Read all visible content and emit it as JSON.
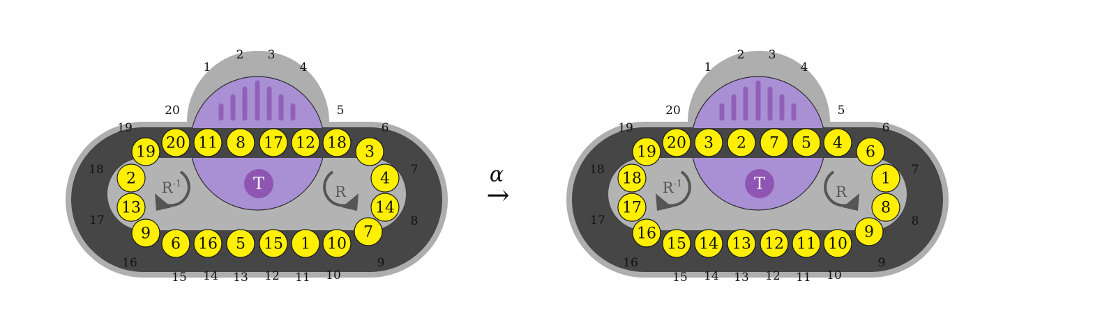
{
  "colors": {
    "outer_shell": "#aeaeae",
    "track": "#464646",
    "inner_plate": "#b3b3b3",
    "turntable": "#a98fd4",
    "turntable_stripes": "#9060b8",
    "turntable_center": "#8f55b3",
    "disk": "#ffef00",
    "disk_outline": "#1a1a1a",
    "rotation_arrow": "#555555"
  },
  "icons": {
    "rotate_ccw": "rotate-counterclockwise-arrow-icon",
    "rotate_cw": "rotate-clockwise-arrow-icon"
  },
  "operation": {
    "symbol": "α",
    "arrow": "→"
  },
  "puzzles": [
    {
      "id": "before",
      "position_labels": [
        "1",
        "2",
        "3",
        "4",
        "5",
        "6",
        "7",
        "8",
        "9",
        "10",
        "11",
        "12",
        "13",
        "14",
        "15",
        "16",
        "17",
        "18",
        "19",
        "20"
      ],
      "disks": [
        "11",
        "8",
        "17",
        "12",
        "18",
        "3",
        "4",
        "14",
        "7",
        "10",
        "1",
        "15",
        "5",
        "16",
        "6",
        "9",
        "13",
        "2",
        "19",
        "20"
      ],
      "turntable_label": "T",
      "left_rotation_label": "R-1",
      "left_rotation_main": "R",
      "left_rotation_sup": "-1",
      "right_rotation_label": "R"
    },
    {
      "id": "after",
      "position_labels": [
        "1",
        "2",
        "3",
        "4",
        "5",
        "6",
        "7",
        "8",
        "9",
        "10",
        "11",
        "12",
        "13",
        "14",
        "15",
        "16",
        "17",
        "18",
        "19",
        "20"
      ],
      "disks": [
        "3",
        "2",
        "7",
        "5",
        "4",
        "6",
        "1",
        "8",
        "9",
        "10",
        "11",
        "12",
        "13",
        "14",
        "15",
        "16",
        "17",
        "18",
        "19",
        "20"
      ],
      "turntable_label": "T",
      "left_rotation_label": "R-1",
      "left_rotation_main": "R",
      "left_rotation_sup": "-1",
      "right_rotation_label": "R"
    }
  ]
}
